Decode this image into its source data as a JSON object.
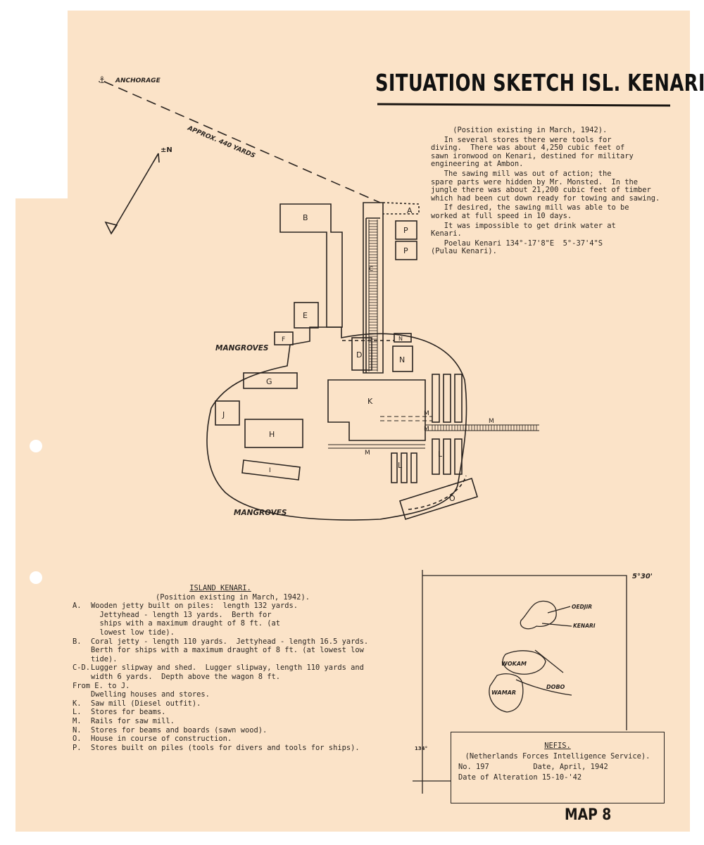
{
  "title": "SITUATION SKETCH ISL. KENARI",
  "notes": [
    "     (Position existing in March, 1942).",
    "   In several stores there were tools for\ndiving.  There was about 4,250 cubic feet of\nsawn ironwood on Kenari, destined for military\nengineering at Ambon.",
    "   The sawing mill was out of action; the\nspare parts were hidden by Mr. Monsted.  In the\njungle there was about 21,200 cubic feet of timber\nwhich had been cut down ready for towing and sawing.",
    "   If desired, the sawing mill was able to be\nworked at full speed in 10 days.",
    "   It was impossible to get drink water at\nKenari.",
    "   Poelau Kenari 134°-17'8\"E  5°-37'4\"S\n(Pulau Kenari)."
  ],
  "sketch": {
    "anchorage": "ANCHORAGE",
    "distance": "APPROX. 440 YARDS",
    "north": "±N",
    "mangroves_top": "MANGROVES",
    "mangroves_bottom": "MANGROVES",
    "buildings": {
      "A": "A",
      "B": "B",
      "C": "C",
      "D": "D",
      "E": "E",
      "F": "F",
      "G": "G",
      "H": "H",
      "I": "I",
      "J": "J",
      "K": "K",
      "L": "L",
      "M": "M",
      "N": "N",
      "O": "O",
      "P": "P"
    }
  },
  "legend": {
    "heading": "ISLAND KENARI.",
    "subheading": "(Position existing in March, 1942).",
    "items": [
      {
        "key": "A.",
        "text": "Wooden jetty built on piles:  length 132 yards.\n  Jettyhead - length 13 yards.  Berth for\n  ships with a maximum draught of 8 ft. (at\n  lowest low tide)."
      },
      {
        "key": "B.",
        "text": "Coral jetty - length 110 yards.  Jettyhead - length 16.5 yards.\nBerth for ships with a maximum draught of 8 ft. (at lowest low\ntide)."
      },
      {
        "key": "C-D.",
        "text": "Lugger slipway and shed.  Lugger slipway, length 110 yards and\nwidth 6 yards.  Depth above the wagon 8 ft."
      },
      {
        "key": "From E. to J.",
        "text": "\nDwelling houses and stores."
      },
      {
        "key": "K.",
        "text": "Saw mill (Diesel outfit)."
      },
      {
        "key": "L.",
        "text": "Stores for beams."
      },
      {
        "key": "M.",
        "text": "Rails for saw mill."
      },
      {
        "key": "N.",
        "text": "Stores for beams and boards (sawn wood)."
      },
      {
        "key": "O.",
        "text": "House in course of construction."
      },
      {
        "key": "P.",
        "text": "Stores built on piles (tools for divers and tools for ships)."
      }
    ]
  },
  "inset": {
    "lat": "5°30'",
    "lon": "134°",
    "places": [
      "OEDJIR",
      "KENARI",
      "WOKAM",
      "DOBO",
      "WAMAR"
    ]
  },
  "nefis": {
    "title": "NEFIS.",
    "subtitle": "(Netherlands Forces Intelligence Service).",
    "number": "No. 197",
    "date": "Date, April, 1942",
    "alteration": "Date of Alteration 15-10-'42"
  },
  "map_label": "MAP 8"
}
